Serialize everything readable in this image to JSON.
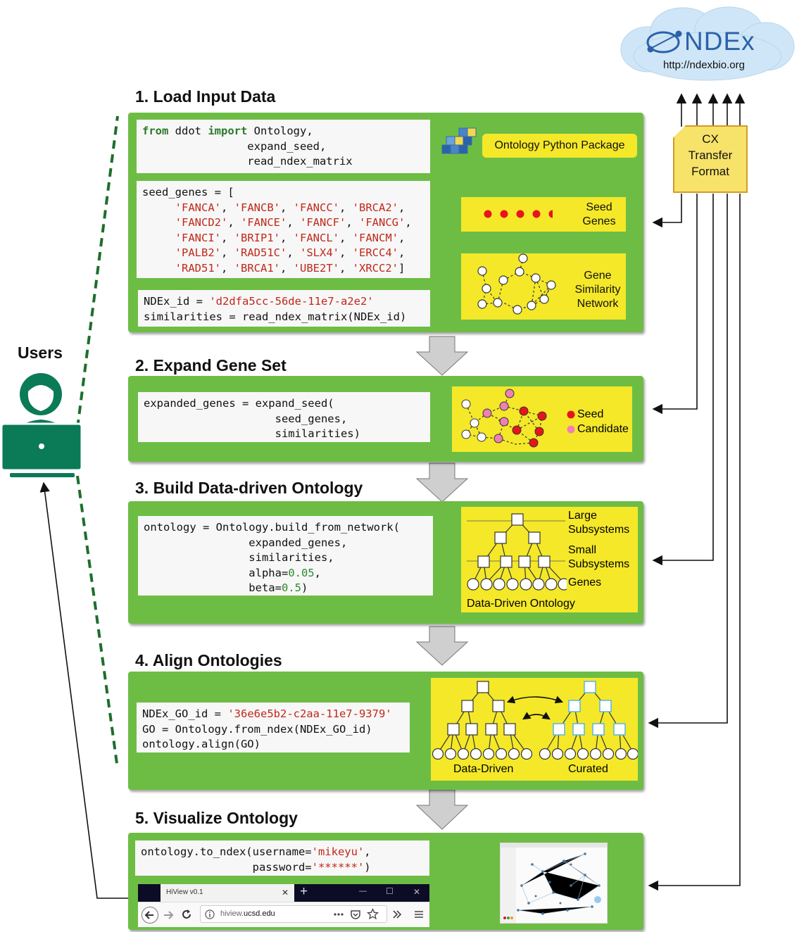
{
  "ndex": {
    "logo_text": "NDEx",
    "url": "http://ndexbio.org"
  },
  "cx": {
    "line1": "CX",
    "line2": "Transfer",
    "line3": "Format"
  },
  "users_label": "Users",
  "steps": [
    {
      "title": "1. Load Input Data"
    },
    {
      "title": "2. Expand Gene Set"
    },
    {
      "title": "3. Build Data-driven Ontology"
    },
    {
      "title": "4. Align Ontologies"
    },
    {
      "title": "5. Visualize Ontology"
    }
  ],
  "step1": {
    "import": {
      "kw_from": "from",
      "module": " ddot ",
      "kw_import": "import",
      "rest": " Ontology,\n                expand_seed,\n                read_ndex_matrix"
    },
    "package_label": "Ontology Python Package",
    "seed_prefix": "seed_genes = [",
    "seed_lines": [
      [
        "'FANCA'",
        "'FANCB'",
        "'FANCC'",
        "'BRCA2'"
      ],
      [
        "'FANCD2'",
        "'FANCE'",
        "'FANCF'",
        "'FANCG'"
      ],
      [
        "'FANCI'",
        "'BRIP1'",
        "'FANCL'",
        "'FANCM'"
      ],
      [
        "'PALB2'",
        "'RAD51C'",
        "'SLX4'",
        "'ERCC4'"
      ],
      [
        "'RAD51'",
        "'BRCA1'",
        "'UBE2T'",
        "'XRCC2'"
      ]
    ],
    "ndex_prefix": "NDEx_id = ",
    "ndex_id": "'d2dfa5cc-56de-11e7-a2e2'",
    "sim_line": "similarities = read_ndex_matrix(NDEx_id)",
    "seed_box_label": "Seed\nGenes",
    "network_label": "Gene\nSimilarity\nNetwork"
  },
  "step2": {
    "code": "expanded_genes = expand_seed(\n                    seed_genes,\n                    similarities)",
    "legend_seed": "Seed",
    "legend_candidate": "Candidate"
  },
  "step3": {
    "code_a": "ontology = Ontology.build_from_network(\n                expanded_genes,\n                similarities,\n                alpha=",
    "alpha": "0.05",
    "code_b": ",\n                beta=",
    "beta": "0.5",
    "code_c": ")",
    "large": "Large\nSubsystems",
    "small": "Small\nSubsystems",
    "genes": "Genes",
    "caption": "Data-Driven Ontology"
  },
  "step4": {
    "go_prefix": "NDEx_GO_id = ",
    "go_id": "'36e6e5b2-c2aa-11e7-9379'",
    "line2": "GO = Ontology.from_ndex(NDEx_GO_id)",
    "line3": "ontology.align(GO)",
    "left_caption": "Data-Driven",
    "right_caption": "Curated"
  },
  "step5": {
    "c1": "ontology.to_ndex(username=",
    "username": "'mikeyu'",
    "c2": ",\n                 password=",
    "password": "'******'",
    "c3": ")",
    "tab_title": "HiView v0.1",
    "url_domain": "hiview.",
    "url_rest": "ucsd.edu",
    "new_tab": "+",
    "tab_close": "✕",
    "win_min": "—",
    "win_max": "☐",
    "win_close": "✕"
  },
  "colors": {
    "panel": "#6dbd45",
    "yellow": "#f4e829",
    "user": "#0b7a57",
    "seed": "#e8141a",
    "candidate": "#f07fb6",
    "curated": "#62b8df"
  }
}
